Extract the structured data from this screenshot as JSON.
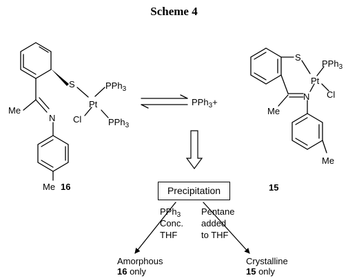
{
  "scheme": {
    "title": "Scheme 4"
  },
  "compound16": {
    "number": "16",
    "me_top": "Me",
    "me_bottom": "Me",
    "n": "N",
    "s": "S",
    "pt": "Pt",
    "cl": "Cl",
    "pph3_top": "PPh",
    "pph3_bottom": "PPh",
    "sub3": "3"
  },
  "equilibrium": {
    "pph3": "PPh",
    "sub3": "3",
    "plus": "+"
  },
  "compound15": {
    "number": "15",
    "s": "S",
    "pt": "Pt",
    "pph3": "PPh",
    "sub3": "3",
    "n": "N",
    "cl": "Cl",
    "me_left": "Me",
    "me_bottom": "Me"
  },
  "precipitation": {
    "label": "Precipitation"
  },
  "left_path": {
    "conditions": [
      "PPh3",
      "Conc.",
      "THF"
    ],
    "cond_pph": "PPh",
    "cond_sub": "3",
    "cond_conc": "Conc.",
    "cond_thf": "THF",
    "result": "Amorphous",
    "result_number": "16",
    "result_only": " only"
  },
  "right_path": {
    "cond_1": "Pentane",
    "cond_2": "added",
    "cond_3": "to THF",
    "result": "Crystalline",
    "result_number": "15",
    "result_only": " only"
  }
}
